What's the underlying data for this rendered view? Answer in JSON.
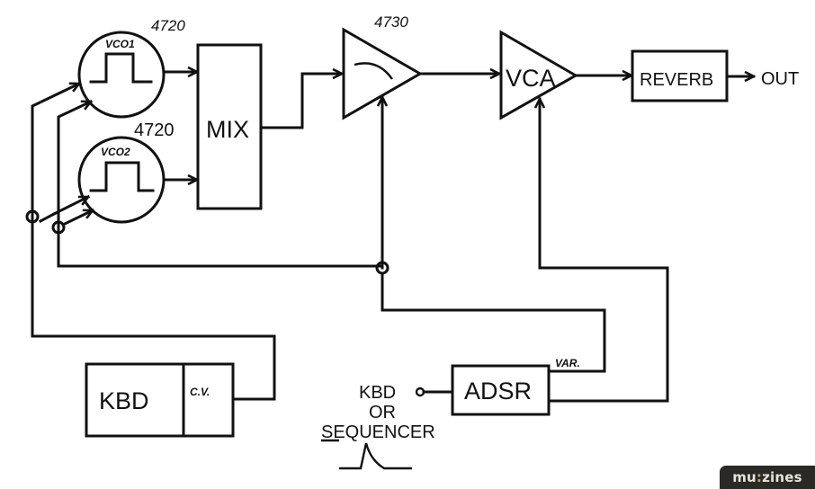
{
  "blocks": {
    "vco1": {
      "label": "VCO1",
      "part": "4720"
    },
    "vco2": {
      "label": "VCO2",
      "part": "4720"
    },
    "mix": {
      "label": "MIX"
    },
    "vcf": {
      "part": "4730"
    },
    "vca": {
      "label": "VCA"
    },
    "reverb": {
      "label": "REVERB"
    },
    "out": {
      "label": "OUT"
    },
    "kbd": {
      "label": "KBD",
      "cv_label": "C.V."
    },
    "adsr": {
      "label": "ADSR",
      "var_label": "VAR."
    },
    "trigger_source": {
      "line1": "KBD",
      "line2": "OR",
      "line3": "SEQUENCER"
    }
  },
  "badge": {
    "prefix": "mu",
    "sep": ":",
    "suffix": "zines"
  },
  "colors": {
    "ink": "#111111",
    "badge_bg": "#2b2926",
    "badge_accent": "#c9a26a"
  }
}
